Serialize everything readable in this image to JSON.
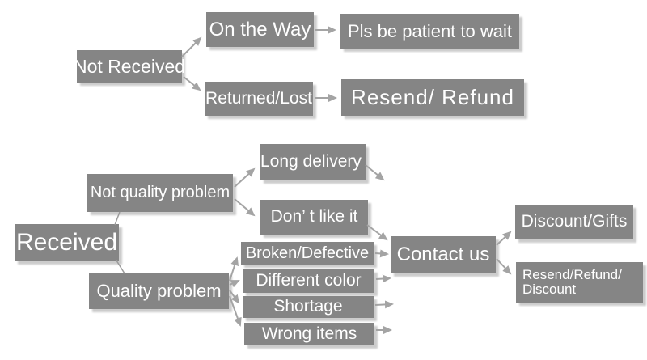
{
  "diagram": {
    "type": "flowchart",
    "topic": "after-sale parcel issue resolution",
    "colors": {
      "node_fill": "#858585",
      "node_text": "#ffffff",
      "arrow": "#a4a4a4",
      "connector": "#9b9b9b",
      "shadow": "#cccccc",
      "background": "#ffffff"
    },
    "nodes": {
      "not_received": "Not Received",
      "on_the_way": "On the Way",
      "pls_be_patient": "Pls be patient to wait",
      "returned_lost": "Returned/Lost",
      "resend_refund": "Resend/ Refund",
      "received": "Received",
      "not_quality_problem": "Not quality problem",
      "long_delivery": "Long delivery",
      "dont_like_it": "Don’ t like it",
      "quality_problem": "Quality problem",
      "broken_defective": "Broken/Defective",
      "different_color": "Different color",
      "shortage": "Shortage",
      "wrong_items": "Wrong items",
      "contact_us": "Contact us",
      "discount_gifts": "Discount/Gifts",
      "resend_refund_discount_line1": "Resend/Refund/",
      "resend_refund_discount_line2": "Discount"
    },
    "edges": [
      {
        "from": "Not Received",
        "to": "On the Way"
      },
      {
        "from": "Not Received",
        "to": "Returned/Lost"
      },
      {
        "from": "On the Way",
        "to": "Pls be patient to wait"
      },
      {
        "from": "Returned/Lost",
        "to": "Resend/ Refund"
      },
      {
        "from": "Received",
        "to": "Not quality problem"
      },
      {
        "from": "Received",
        "to": "Quality problem"
      },
      {
        "from": "Not quality problem",
        "to": "Long delivery"
      },
      {
        "from": "Not quality problem",
        "to": "Don’ t like it"
      },
      {
        "from": "Long delivery",
        "to": "Contact us"
      },
      {
        "from": "Don’ t like it",
        "to": "Contact us"
      },
      {
        "from": "Quality problem",
        "to": "Broken/Defective"
      },
      {
        "from": "Quality problem",
        "to": "Different color"
      },
      {
        "from": "Quality problem",
        "to": "Shortage"
      },
      {
        "from": "Quality problem",
        "to": "Wrong items"
      },
      {
        "from": "Broken/Defective",
        "to": "Contact us"
      },
      {
        "from": "Different color",
        "to": "Contact us"
      },
      {
        "from": "Shortage",
        "to": "Contact us"
      },
      {
        "from": "Wrong items",
        "to": "Contact us"
      },
      {
        "from": "Contact us",
        "to": "Discount/Gifts"
      },
      {
        "from": "Contact us",
        "to": "Resend/Refund/Discount"
      }
    ]
  }
}
